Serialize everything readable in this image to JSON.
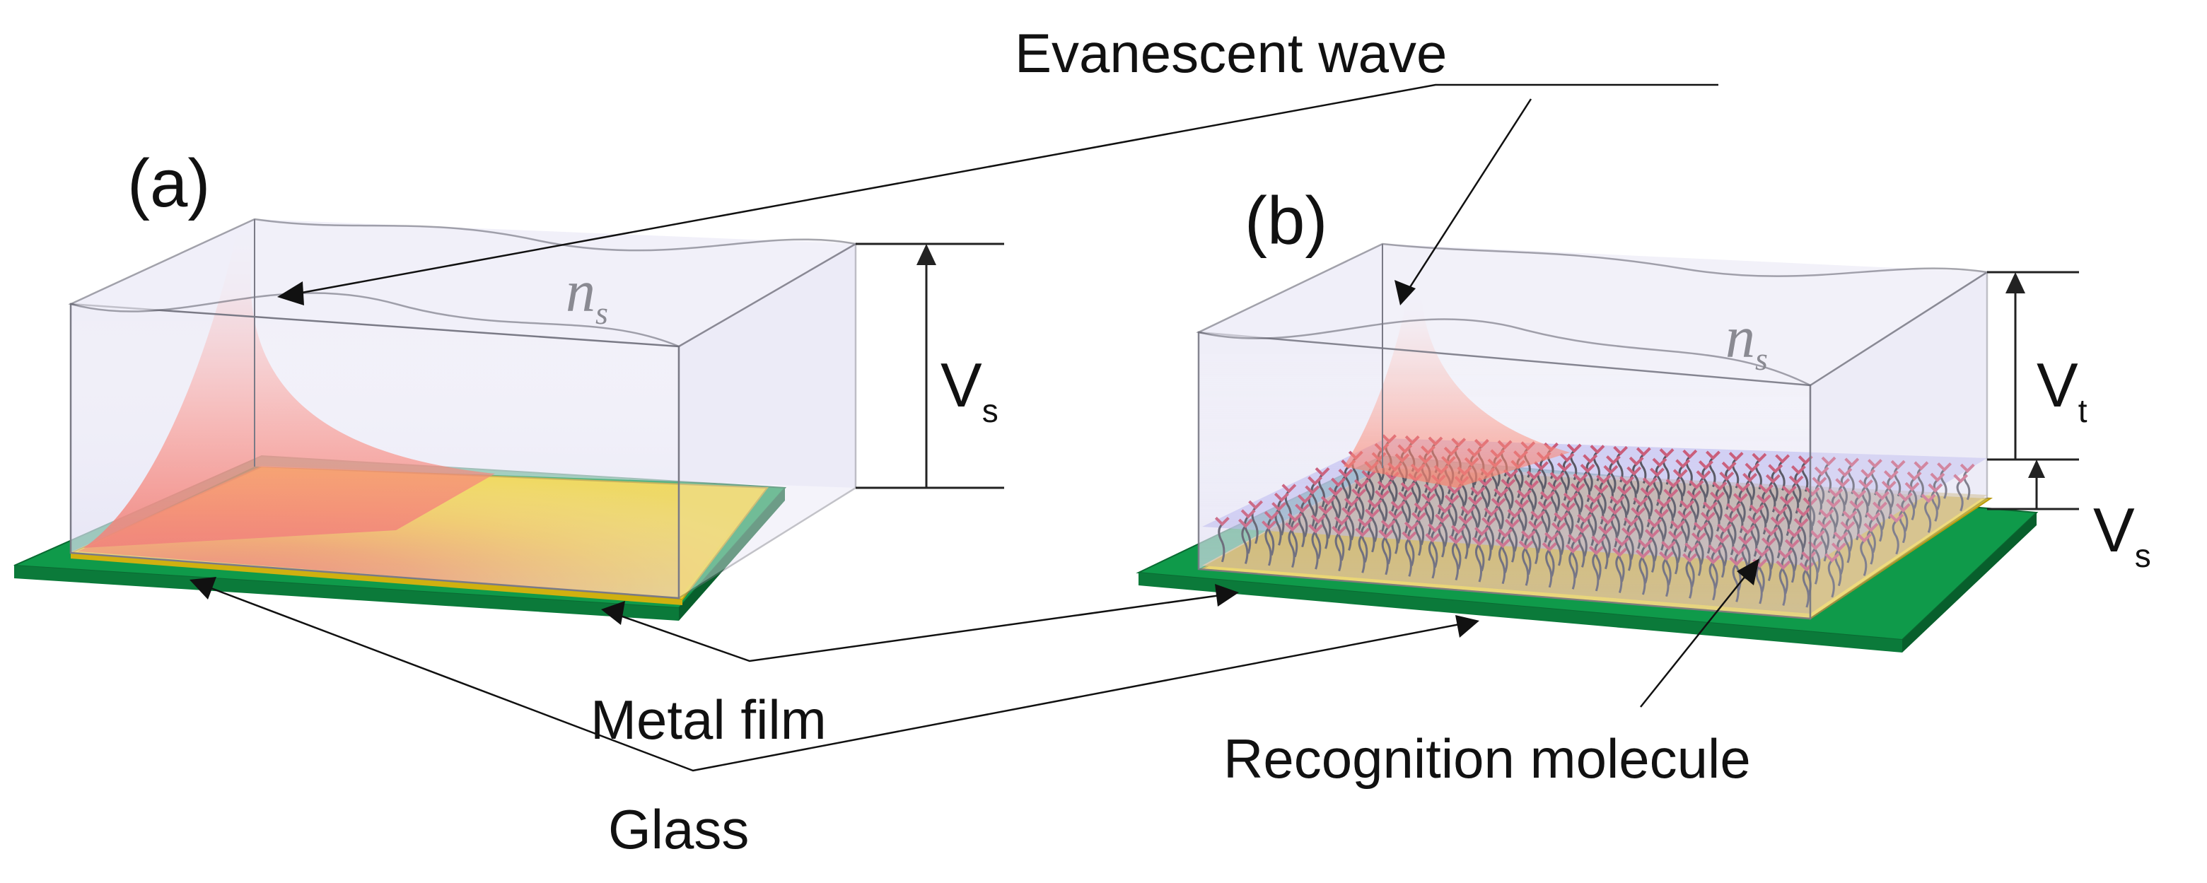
{
  "panels": [
    {
      "id": "a",
      "label": "(a)",
      "medium_index": {
        "symbol": "n",
        "subscript": "s"
      },
      "volumes": [
        {
          "symbol": "V",
          "subscript": "s"
        }
      ]
    },
    {
      "id": "b",
      "label": "(b)",
      "medium_index": {
        "symbol": "n",
        "subscript": "s"
      },
      "volumes": [
        {
          "symbol": "V",
          "subscript": "t"
        },
        {
          "symbol": "V",
          "subscript": "s"
        }
      ]
    }
  ],
  "callouts": {
    "evanescent_wave": "Evanescent  wave",
    "metal_film": "Metal film",
    "glass": "Glass",
    "recognition_molecule": "Recognition molecule"
  },
  "colors": {
    "glass": "#0f9a4a",
    "metal_film": "#f3d21a",
    "molecule_layer": "#c9a93c",
    "liquid": "#c9c6ea",
    "wave_hot": "#ff2a10",
    "wave_warm": "#ffb020",
    "molecule_stem": "#2c2c38",
    "molecule_head": "#c0385a",
    "recognition_layer": "#a9a6ec"
  }
}
